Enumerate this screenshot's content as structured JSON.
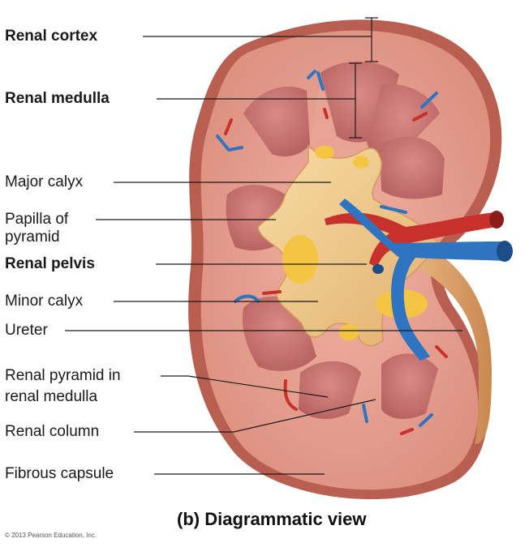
{
  "labels": {
    "renal_cortex": "Renal cortex",
    "renal_medulla": "Renal medulla",
    "major_calyx": "Major calyx",
    "papilla_line1": "Papilla of",
    "papilla_line2": "pyramid",
    "renal_pelvis": "Renal pelvis",
    "minor_calyx": "Minor calyx",
    "ureter": "Ureter",
    "renal_pyramid_line1": "Renal pyramid in",
    "renal_pyramid_line2": "renal medulla",
    "renal_column": "Renal column",
    "fibrous_capsule": "Fibrous capsule"
  },
  "caption": "(b) Diagrammatic view",
  "copyright": "© 2013 Pearson Education, Inc.",
  "colors": {
    "capsule": "#b85f52",
    "cortex": "#e9a394",
    "pyramid": "#c9716f",
    "calyx": "#f1c98a",
    "fat": "#f4c542",
    "artery": "#c8312b",
    "vein": "#2e74c0",
    "ureter": "#d59a63"
  }
}
